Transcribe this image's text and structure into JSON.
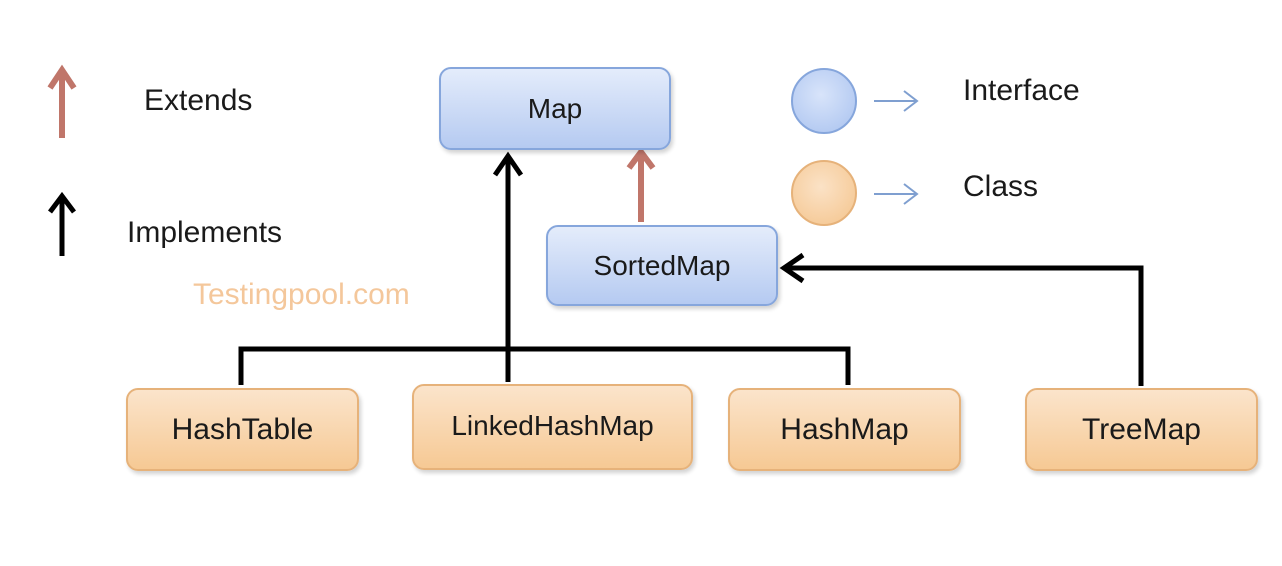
{
  "legend": {
    "extends": "Extends",
    "implements": "Implements",
    "interface": "Interface",
    "class": "Class"
  },
  "watermark": "Testingpool.com",
  "nodes": {
    "map": "Map",
    "sorted_map": "SortedMap",
    "hash_table": "HashTable",
    "linked_hash_map": "LinkedHashMap",
    "hash_map": "HashMap",
    "tree_map": "TreeMap"
  },
  "colors": {
    "extends_arrow": "#c0766a",
    "implements_arrow": "#000000",
    "interface_fill": "#b5caf1",
    "class_fill": "#f6c994",
    "legend_arrow": "#7f9fd0"
  }
}
